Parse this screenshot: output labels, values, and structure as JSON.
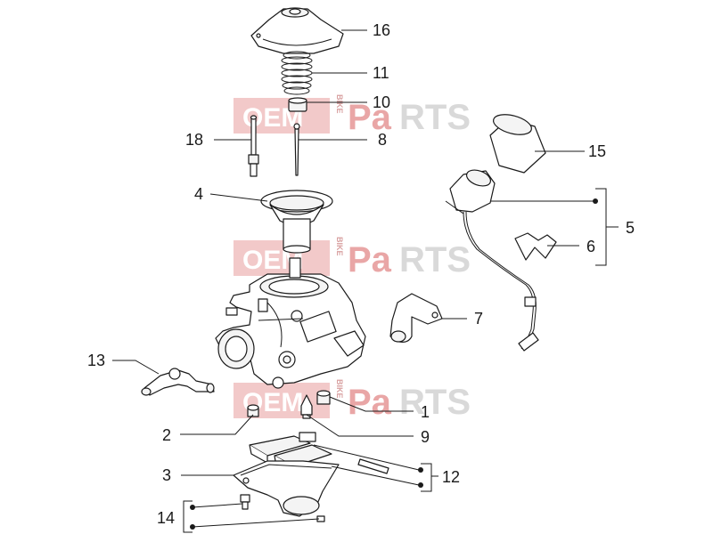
{
  "watermark": {
    "part1": "OEM",
    "part2": "BIKE",
    "part3": "Pa",
    "part4": "RTS"
  },
  "callouts": {
    "c1": "1",
    "c2": "2",
    "c3": "3",
    "c4": "4",
    "c5": "5",
    "c6": "6",
    "c7": "7",
    "c8": "8",
    "c9": "9",
    "c10": "10",
    "c11": "11",
    "c12": "12",
    "c13": "13",
    "c14": "14",
    "c15": "15",
    "c16": "16",
    "c18": "18"
  },
  "colors": {
    "line": "#1a1a1a",
    "watermark_red": "#e9a6a6",
    "watermark_grey": "#d9d9d9"
  }
}
